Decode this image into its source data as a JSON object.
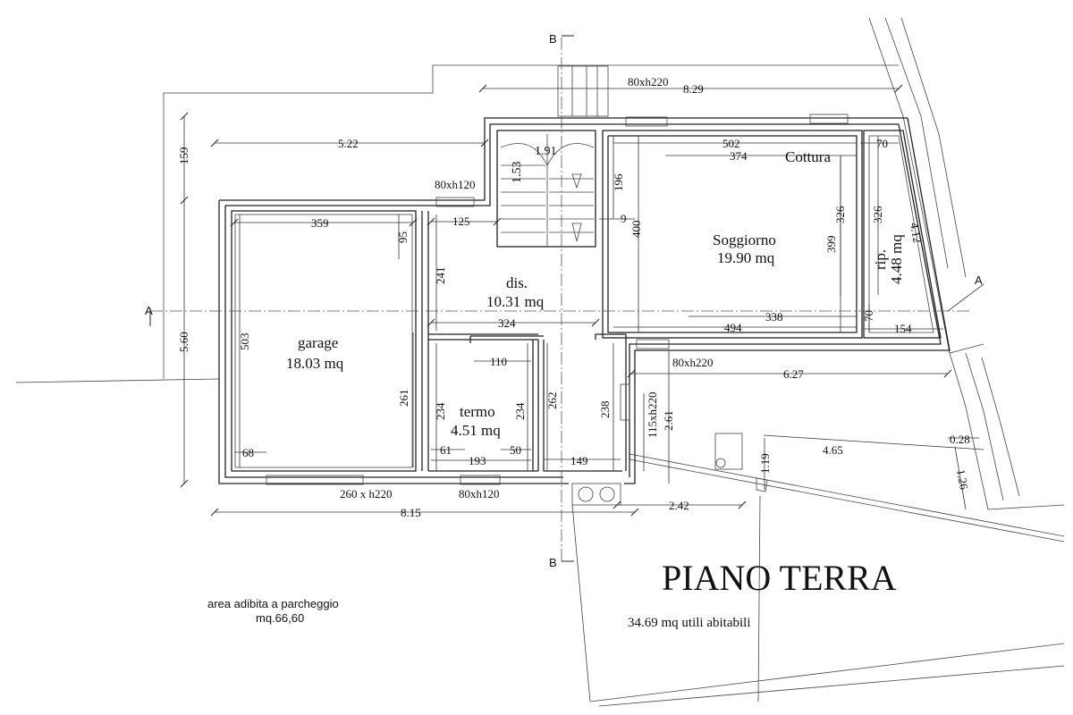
{
  "plan": {
    "title": "PIANO TERRA",
    "summary": "34.69 mq utili abitabili",
    "parking": {
      "line1": "area adibita a parcheggio",
      "line2": "mq.66,60"
    },
    "section_labels": {
      "a_left": "A",
      "a_right": "A",
      "b_top": "B",
      "b_bottom": "B"
    },
    "rooms": {
      "garage": {
        "name": "garage",
        "area": "18.03 mq"
      },
      "dis": {
        "name": "dis.",
        "area": "10.31 mq"
      },
      "termo": {
        "name": "termo",
        "area": "4.51 mq"
      },
      "soggiorno": {
        "name": "Soggiorno",
        "area": "19.90 mq"
      },
      "rip": {
        "name": "rip.",
        "area": "4.48 mq"
      },
      "cottura": {
        "name": "Cottura"
      }
    },
    "dims": {
      "d_829": "8.29",
      "d_522": "5.22",
      "d_159": "159",
      "d_560": "5.60",
      "d_359": "359",
      "d_95": "95",
      "d_503": "503",
      "d_261_garage": "261",
      "d_68": "68",
      "d_125": "125",
      "d_241": "241",
      "d_324": "324",
      "d_110": "110",
      "d_234_a": "234",
      "d_234_b": "234",
      "d_61": "61",
      "d_193": "193",
      "d_50": "50",
      "d_262": "262",
      "d_238": "238",
      "d_149": "149",
      "d_191": "1.91",
      "d_153": "1.53",
      "d_196": "196",
      "d_9": "9",
      "d_400": "400",
      "d_502": "502",
      "d_374": "374",
      "d_70_top": "70",
      "d_399": "399",
      "d_326_a": "326",
      "d_326_b": "326",
      "d_412": "4.12",
      "d_338": "338",
      "d_494": "494",
      "d_70_bot": "70",
      "d_154": "154",
      "d_627": "6.27",
      "d_261_m": "2.61",
      "d_465": "4.65",
      "d_028": "0.28",
      "d_119": "1.19",
      "d_126": "1.26",
      "d_815": "8.15",
      "d_242": "2.42"
    },
    "openings": {
      "w_top": "80xh220",
      "w_dis": "80xh120",
      "w_right": "80xh220",
      "w_side": "115xh220",
      "w_garage": "260 x h220",
      "w_termo": "80xh120"
    }
  }
}
